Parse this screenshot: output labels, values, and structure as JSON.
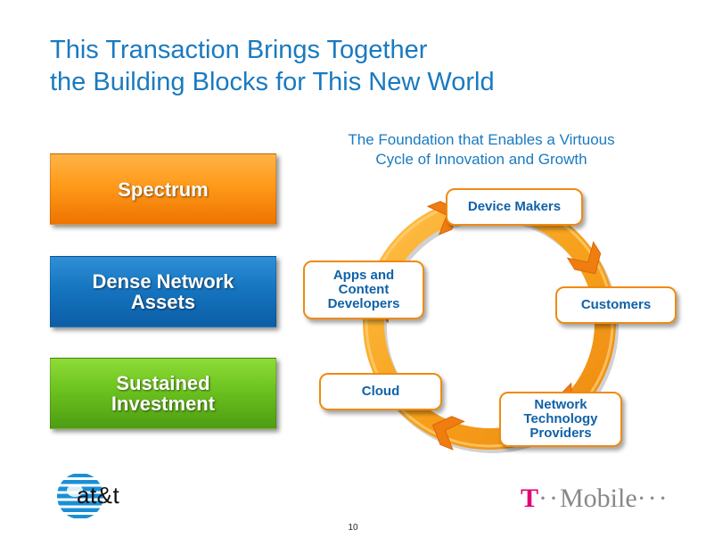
{
  "title": {
    "line1": "This Transaction Brings Together",
    "line2": "the Building Blocks for This New World"
  },
  "blocks": [
    {
      "label": "Spectrum",
      "color": "#ff9a1a"
    },
    {
      "label": "Dense Network\nAssets",
      "color": "#1675c0"
    },
    {
      "label": "Sustained\nInvestment",
      "color": "#6cc21f"
    }
  ],
  "cycle": {
    "subtitle_line1": "The Foundation that Enables a Virtuous",
    "subtitle_line2": "Cycle of Innovation and Growth",
    "ring_color": "#f5a623",
    "text_color": "#0f62a8",
    "nodes": [
      {
        "label": "Device Makers"
      },
      {
        "label": "Customers"
      },
      {
        "label": "Network\nTechnology\nProviders"
      },
      {
        "label": "Cloud"
      },
      {
        "label": "Apps and\nContent\nDevelopers"
      }
    ]
  },
  "footer": {
    "att_logo_text": "at&t",
    "tmobile_t": "T",
    "tmobile_dots_left": "··",
    "tmobile_name": "Mobile",
    "tmobile_dots_right": "···",
    "page_number": "10"
  }
}
